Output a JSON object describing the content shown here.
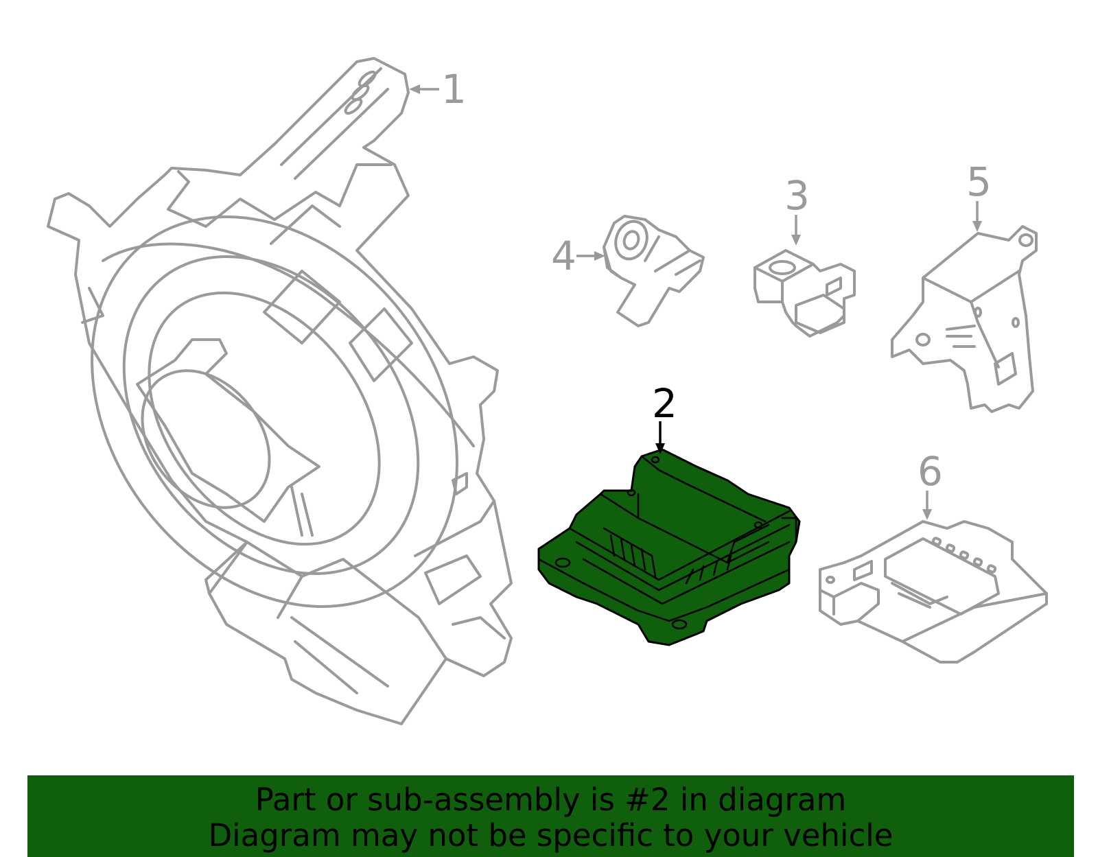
{
  "callouts": {
    "c1": "1",
    "c2": "2",
    "c3": "3",
    "c4": "4",
    "c5": "5",
    "c6": "6"
  },
  "highlighted_part": "2",
  "colors": {
    "highlight": "#0f5f0c",
    "line": "#9a9a9a",
    "banner": "#0f5f0c"
  },
  "banner": {
    "line1": "Part or sub-assembly is #2 in diagram",
    "line2": "Diagram may not be specific to your vehicle"
  }
}
